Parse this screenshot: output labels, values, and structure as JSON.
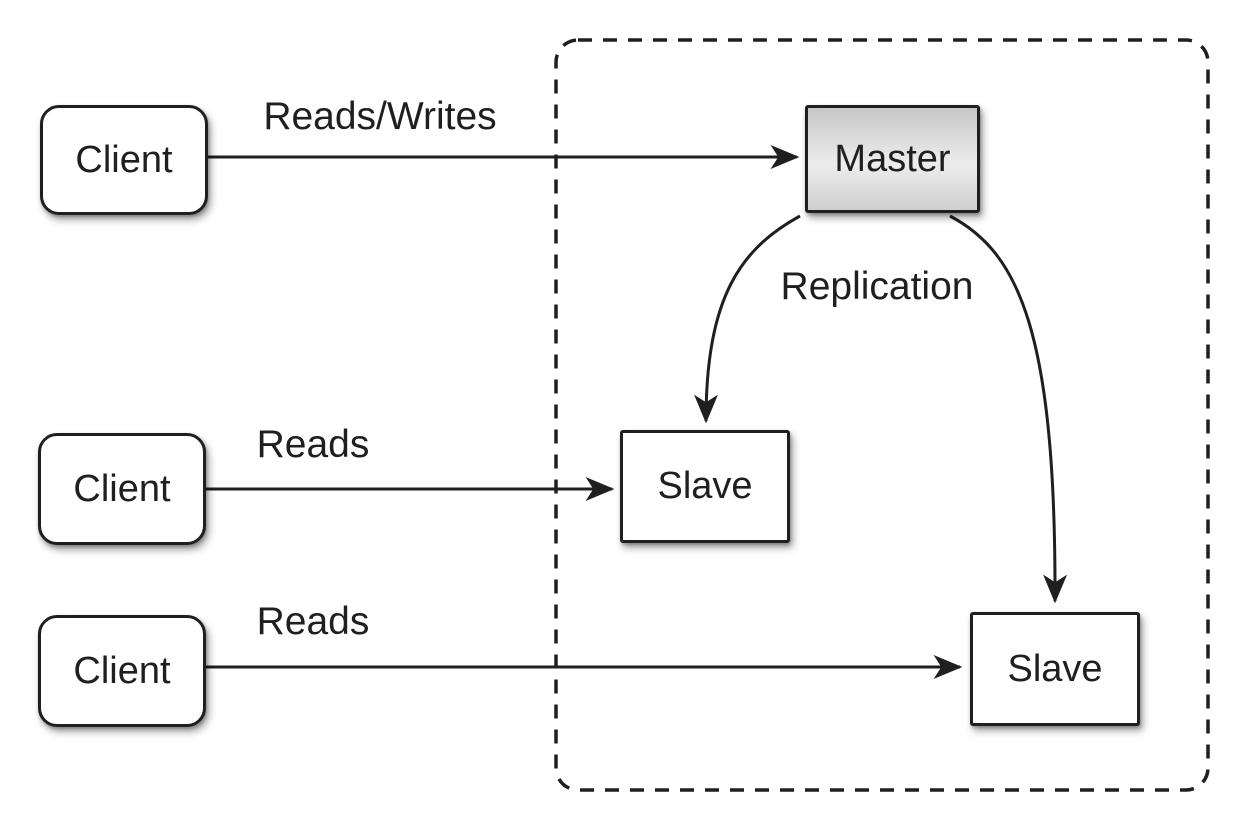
{
  "nodes": {
    "client1": {
      "label": "Client"
    },
    "client2": {
      "label": "Client"
    },
    "client3": {
      "label": "Client"
    },
    "master": {
      "label": "Master"
    },
    "slave1": {
      "label": "Slave"
    },
    "slave2": {
      "label": "Slave"
    }
  },
  "edges": {
    "client1_master": {
      "label": "Reads/Writes"
    },
    "client2_slave1": {
      "label": "Reads"
    },
    "client3_slave2": {
      "label": "Reads"
    },
    "master_slaves": {
      "label": "Replication"
    }
  },
  "colors": {
    "line": "#1f1f1f",
    "node_fill": "#ffffff",
    "master_top": "#c6c6c6",
    "master_mid": "#ededed",
    "master_bottom": "#cfcfcf"
  }
}
